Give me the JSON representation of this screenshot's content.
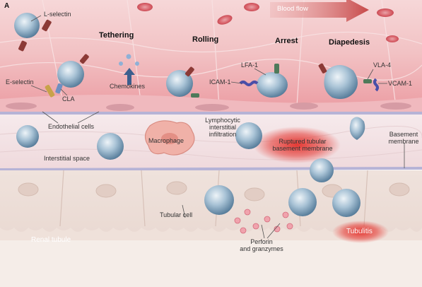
{
  "panel_letter": "A",
  "flow_label": "Blood flow",
  "steps": {
    "tethering": "Tethering",
    "rolling": "Rolling",
    "arrest": "Arrest",
    "diapedesis": "Diapedesis"
  },
  "molecules": {
    "l_selectin": "L-selectin",
    "e_selectin": "E-selectin",
    "cla": "CLA",
    "chemokines": "Chemokines",
    "icam1": "ICAM-1",
    "lfa1": "LFA-1",
    "vla4": "VLA-4",
    "vcam1": "VCAM-1"
  },
  "structures": {
    "endothelial_cells": "Endothelial cells",
    "interstitial_space": "Interstitial space",
    "macrophage": "Macrophage",
    "lymphocytic_infiltration_1": "Lymphocytic",
    "lymphocytic_infiltration_2": "interstitial",
    "lymphocytic_infiltration_3": "infiltration",
    "ruptured_1": "Ruptured tubular",
    "ruptured_2": "basement membrane",
    "basement_1": "Basement",
    "basement_2": "membrane",
    "renal_tubule": "Renal tubule",
    "tubular_cell": "Tubular cell",
    "perforin_1": "Perforin",
    "perforin_2": "and granzymes",
    "tubulitis": "Tubulitis"
  },
  "colors": {
    "vessel_top": "#f2c2c4",
    "vessel_bottom": "#eea9ad",
    "interstitium": "#f4e4e6",
    "tubule_wall": "#ebdcd6",
    "tubule_lumen": "#f5ede8",
    "lymphocyte": "#7fa3bf",
    "lymphocyte_core": "#d9e6ee",
    "inflammation": "#e4312b",
    "arrow": "#c74a4a",
    "membrane": "#b6b3d6"
  }
}
